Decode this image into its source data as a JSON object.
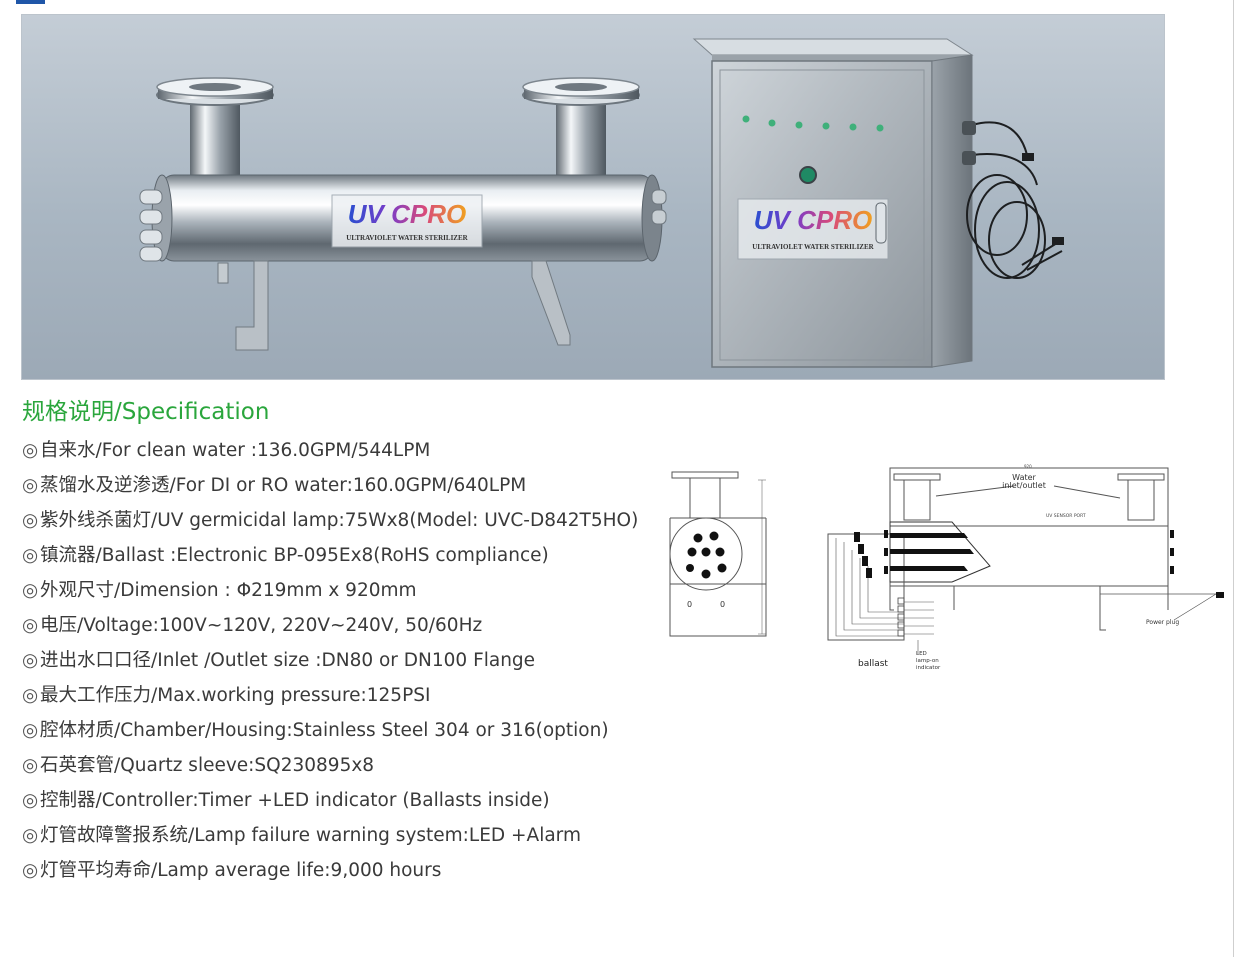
{
  "photo": {
    "alt": "UV water sterilizer reactor and stainless steel control cabinet",
    "logo": "UV CPRO",
    "reactor_label": "ULTRAVIOLET WATER STERILIZER",
    "cabinet_label": "ULTRAVIOLET WATER STERILIZER"
  },
  "spec": {
    "title": "规格说明/Specification",
    "bullet": "◎",
    "items": [
      "自来水/For clean water :136.0GPM/544LPM",
      "蒸馏水及逆渗透/For DI or RO water:160.0GPM/640LPM",
      "紫外线杀菌灯/UV germicidal lamp:75Wx8(Model: UVC-D842T5HO)",
      "镇流器/Ballast :Electronic BP-095Ex8(RoHS compliance)",
      "外观尺寸/Dimension : Φ219mm x 920mm",
      "电压/Voltage:100V~120V, 220V~240V, 50/60Hz",
      "进出水口口径/Inlet /Outlet size :DN80 or DN100 Flange",
      "最大工作压力/Max.working pressure:125PSI",
      "腔体材质/Chamber/Housing:Stainless Steel 304 or 316(option)",
      "石英套管/Quartz sleeve:SQ230895x8",
      "控制器/Controller:Timer +LED indicator (Ballasts inside)",
      "灯管故障警报系统/Lamp failure warning system:LED +Alarm",
      "灯管平均寿命/Lamp average life:9,000 hours"
    ]
  },
  "diagram": {
    "side_label_left": "0",
    "side_label_right": "0",
    "water_label": "Water\ninlet/outlet",
    "water_line1": "Water",
    "water_line2": "inlet/outlet",
    "sensor_label": "UV SENSOR PORT",
    "power_label": "Power plug",
    "ballast_label": "ballast",
    "led_label_1": "LED",
    "led_label_2": "lamp-on",
    "led_label_3": "indicator",
    "dim_top": "920"
  }
}
